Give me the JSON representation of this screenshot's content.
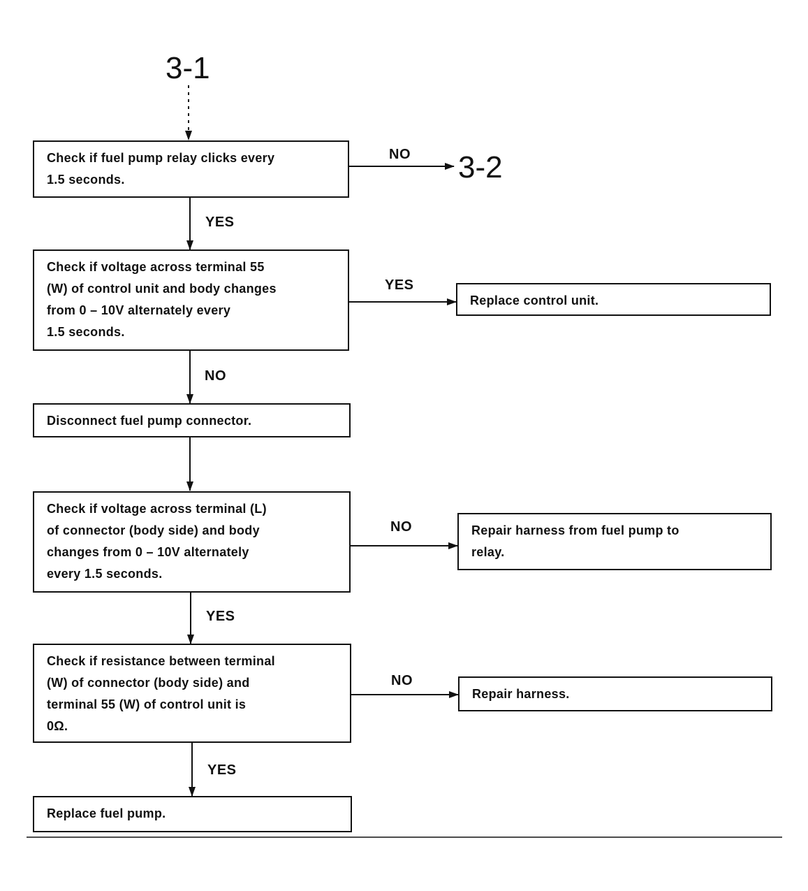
{
  "refs": {
    "entry": "3-1",
    "exit": "3-2"
  },
  "nodes": {
    "check_relay": "Check if fuel pump relay clicks every\n1.5 seconds.",
    "check_voltage_55": "Check if voltage across terminal 55\n(W) of control unit and body changes\nfrom 0 – 10V alternately every\n1.5 seconds.",
    "replace_control_unit": "Replace control unit.",
    "disconnect_connector": "Disconnect fuel pump connector.",
    "check_voltage_L": "Check if voltage across terminal (L)\nof connector (body side) and body\nchanges from 0 – 10V alternately\nevery 1.5 seconds.",
    "repair_harness_pump_relay": "Repair harness from fuel pump to\nrelay.",
    "check_resistance": "Check if resistance between terminal\n(W) of connector (body side) and\nterminal 55 (W) of control unit is\n0Ω.",
    "repair_harness": "Repair harness.",
    "replace_fuel_pump": "Replace fuel pump."
  },
  "edges": {
    "relay_no": "NO",
    "relay_yes": "YES",
    "voltage55_yes": "YES",
    "voltage55_no": "NO",
    "voltageL_no": "NO",
    "voltageL_yes": "YES",
    "resistance_no": "NO",
    "resistance_yes": "YES"
  }
}
